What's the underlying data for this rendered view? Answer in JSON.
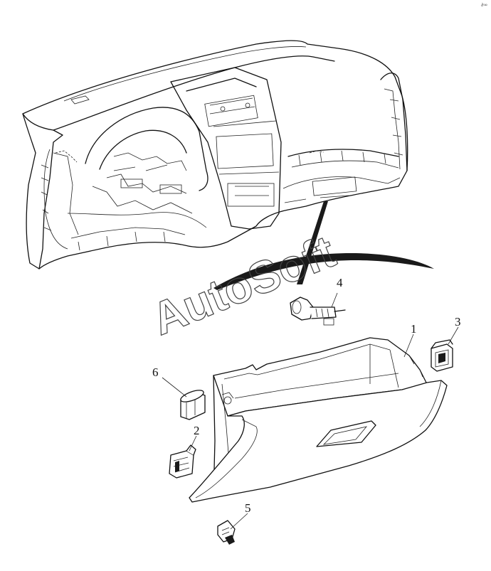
{
  "corner_mark": "∂∞",
  "watermark": "AutoSoft",
  "callouts": [
    {
      "id": "1",
      "label": "1"
    },
    {
      "id": "2",
      "label": "2"
    },
    {
      "id": "3",
      "label": "3"
    },
    {
      "id": "4",
      "label": "4"
    },
    {
      "id": "5",
      "label": "5"
    },
    {
      "id": "6",
      "label": "6"
    }
  ]
}
